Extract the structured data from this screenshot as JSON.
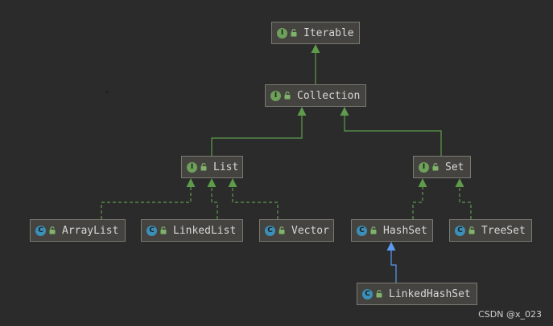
{
  "diagram": {
    "nodes": [
      {
        "id": "iterable",
        "kind": "interface",
        "badge": "I",
        "label": "Iterable"
      },
      {
        "id": "collection",
        "kind": "interface",
        "badge": "I",
        "label": "Collection"
      },
      {
        "id": "list",
        "kind": "interface",
        "badge": "I",
        "label": "List"
      },
      {
        "id": "set",
        "kind": "interface",
        "badge": "I",
        "label": "Set"
      },
      {
        "id": "arraylist",
        "kind": "class",
        "badge": "C",
        "label": "ArrayList"
      },
      {
        "id": "linkedlist",
        "kind": "class",
        "badge": "C",
        "label": "LinkedList"
      },
      {
        "id": "vector",
        "kind": "class",
        "badge": "C",
        "label": "Vector"
      },
      {
        "id": "hashset",
        "kind": "class",
        "badge": "C",
        "label": "HashSet"
      },
      {
        "id": "treeset",
        "kind": "class",
        "badge": "C",
        "label": "TreeSet"
      },
      {
        "id": "linkedhashset",
        "kind": "class",
        "badge": "C",
        "label": "LinkedHashSet"
      }
    ],
    "edges": [
      {
        "from": "collection",
        "to": "iterable",
        "type": "extends"
      },
      {
        "from": "list",
        "to": "collection",
        "type": "extends"
      },
      {
        "from": "set",
        "to": "collection",
        "type": "extends"
      },
      {
        "from": "arraylist",
        "to": "list",
        "type": "implements"
      },
      {
        "from": "linkedlist",
        "to": "list",
        "type": "implements"
      },
      {
        "from": "vector",
        "to": "list",
        "type": "implements"
      },
      {
        "from": "hashset",
        "to": "set",
        "type": "implements"
      },
      {
        "from": "treeset",
        "to": "set",
        "type": "implements"
      },
      {
        "from": "linkedhashset",
        "to": "hashset",
        "type": "class-extends"
      }
    ]
  },
  "colors": {
    "background": "#2b2b2b",
    "node_fill": "#45433f",
    "node_border": "#7a7a73",
    "node_text": "#d6d6d6",
    "interface_edge": "#5e9c4c",
    "class_extends_edge": "#5a9bf0",
    "interface_badge": "#6da15a",
    "class_badge": "#3b8fb8"
  },
  "watermark": "CSDN @x_023"
}
